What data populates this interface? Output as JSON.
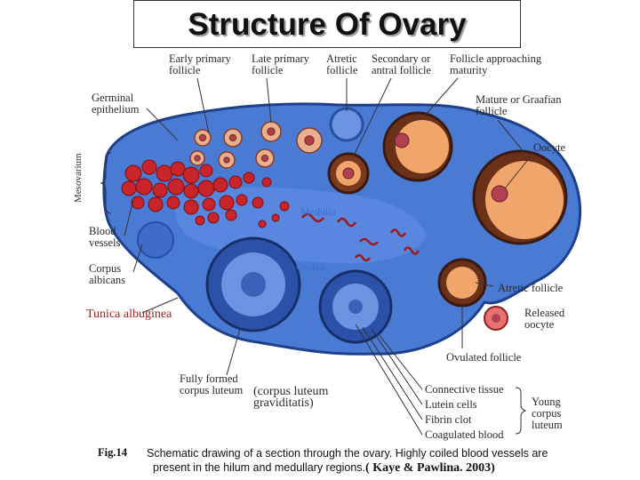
{
  "title": "Structure Of Ovary",
  "labels": {
    "early_primary_follicle": "Early primary\nfollicle",
    "late_primary_follicle": "Late primary\nfollicle",
    "atretic_follicle_top": "Atretic\nfollicle",
    "secondary_antral_follicle": "Secondary or\nantral follicle",
    "follicle_approaching_maturity": "Follicle approaching\nmaturity",
    "germinal_epithelium": "Germinal\nepithelium",
    "mature_graafian_follicle": "Mature or Graafian\nfollicle",
    "mesovarium": "Mesovarium",
    "oocyte": "Oocyte",
    "blood_vessels": "Blood\nvessels",
    "medulla": "Medulla",
    "cortex": "Cortex",
    "corpus_albicans": "Corpus\nalbicans",
    "atretic_follicle_right": "Atretic follicle",
    "tunica_albuginea": "Tunica albuginea",
    "released_oocyte": "Released\noocyte",
    "ovulated_follicle": "Ovulated follicle",
    "fully_formed_corpus_luteum": "Fully formed\ncorpus luteum",
    "corpus_luteum_graviditatis": "(corpus luteum\n graviditatis)",
    "connective_tissue": "Connective tissue",
    "lutein_cells": "Lutein cells",
    "fibrin_clot": "Fibrin clot",
    "coagulated_blood": "Coagulated blood",
    "young_corpus_luteum": "Young\ncorpus\nluteum"
  },
  "caption": {
    "fig": "Fig.14",
    "text_line1": "Schematic drawing of a section through the ovary. Highly coiled blood vessels are",
    "text_line2": "present in the hilum and medullary regions.",
    "reference": "( Kaye & Pawlina. 2003)"
  },
  "colors": {
    "stroma": "#4a7bd4",
    "dark_edge": "#1e3f8a",
    "blood": "#c8242a",
    "antrum": "#f2a56a",
    "red_label": "#a02020"
  }
}
